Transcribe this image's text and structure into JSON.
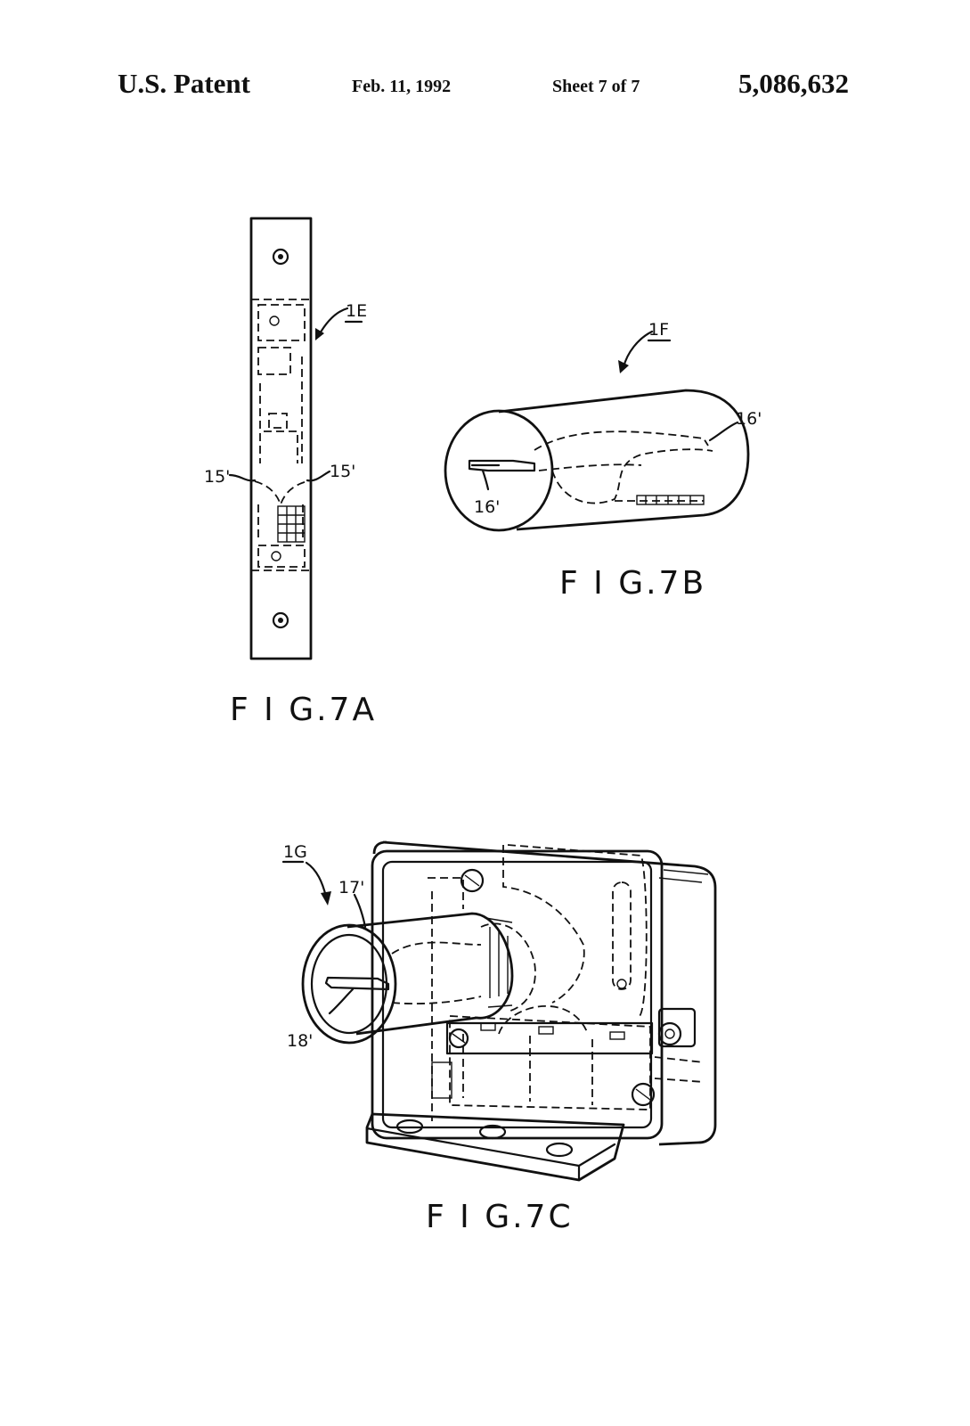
{
  "header": {
    "left": "U.S. Patent",
    "date": "Feb. 11, 1992",
    "sheet": "Sheet 7 of 7",
    "patent_number": "5,086,632"
  },
  "figures": {
    "fig7a": {
      "caption": "F I G.7A",
      "ref_main": "1E",
      "ref_left": "15'",
      "ref_right": "15'"
    },
    "fig7b": {
      "caption": "F I G.7B",
      "ref_main": "1F",
      "ref_top": "16'",
      "ref_bottom": "16'"
    },
    "fig7c": {
      "caption": "F I G.7C",
      "ref_main": "1G",
      "ref_tube": "17'",
      "ref_key": "18'"
    }
  }
}
